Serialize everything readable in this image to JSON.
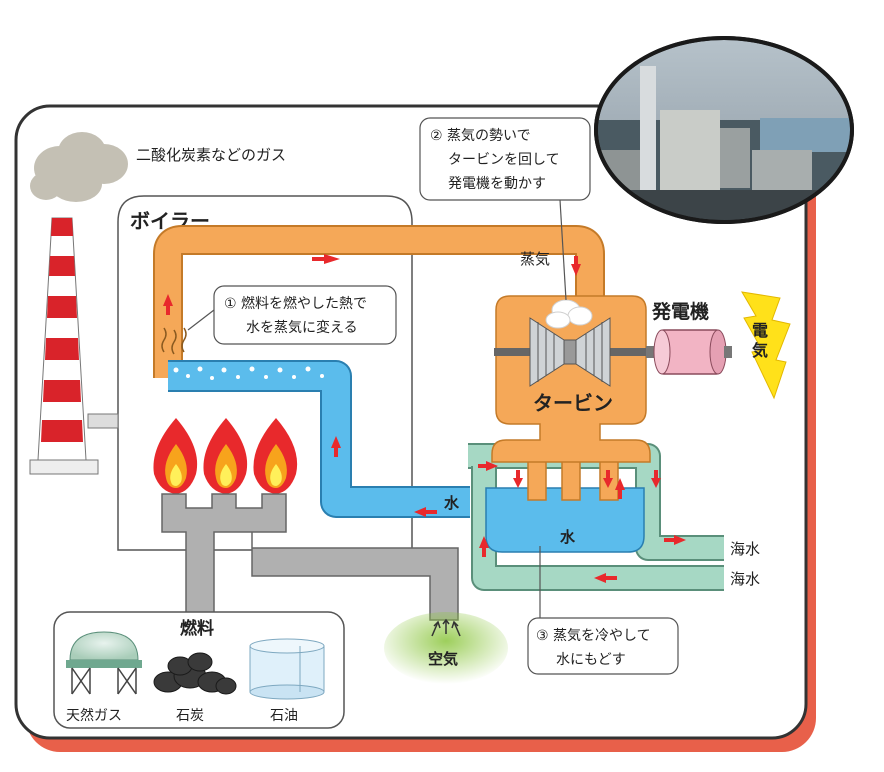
{
  "labels": {
    "gas": "二酸化炭素などのガス",
    "boiler": "ボイラー",
    "steam": "蒸気",
    "generator": "発電機",
    "electricity": "電気",
    "turbine": "タービン",
    "water_pipe": "水",
    "water_condenser": "水",
    "seawater_out": "海水",
    "seawater_in": "海水",
    "air": "空気",
    "fuel": "燃料",
    "natural_gas": "天然ガス",
    "coal": "石炭",
    "oil": "石油"
  },
  "callouts": {
    "step1": [
      "① 燃料を燃やした熱で",
      "水を蒸気に変える"
    ],
    "step2": [
      "② 蒸気の勢いで",
      "タービンを回して",
      "発電機を動かす"
    ],
    "step3": [
      "③ 蒸気を冷やして",
      "水にもどす"
    ]
  },
  "colors": {
    "steam_pipe": "#f5a858",
    "water_pipe": "#5bbcec",
    "seawater_pipe": "#a6d8c4",
    "arrow": "#e8292c",
    "frame_shadow": "#e8604a",
    "generator": "#f2b4c4",
    "lightning": "#ffe11a",
    "air_glow": "#8cc63f"
  }
}
